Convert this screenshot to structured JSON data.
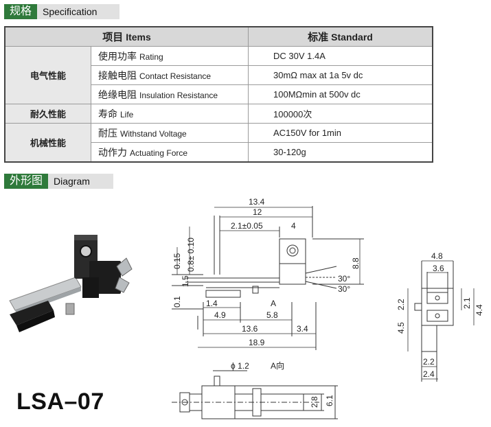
{
  "spec_section": {
    "title_cn": "规格",
    "title_en": "Specification"
  },
  "table": {
    "head": {
      "item_cn": "项目",
      "item_en": "Items",
      "std_cn": "标准",
      "std_en": "Standard"
    },
    "groups": {
      "electrical": "电气性能",
      "durability": "耐久性能",
      "mechanical": "机械性能"
    },
    "rows": [
      {
        "item_cn": "使用功率",
        "item_en": "Rating",
        "value": "DC 30V 1.4A"
      },
      {
        "item_cn": "接触电阻",
        "item_en": "Contact Resistance",
        "value": "30mΩ max at 1a 5v dc"
      },
      {
        "item_cn": "绝缘电阻",
        "item_en": "Insulation Resistance",
        "value": "100MΩmin at 500v dc"
      },
      {
        "item_cn": "寿命",
        "item_en": "Life",
        "value": "100000次"
      },
      {
        "item_cn": "耐压",
        "item_en": "Withstand Voltage",
        "value": "AC150V for 1min"
      },
      {
        "item_cn": "动作力",
        "item_en": "Actuating Force",
        "value": "30-120g"
      }
    ]
  },
  "diagram_section": {
    "title_cn": "外形图",
    "title_en": "Diagram"
  },
  "model": "LSA–07",
  "dims": {
    "d13_4": "13.4",
    "d12": "12",
    "d2_1": "2.1±0.05",
    "d4": "4",
    "d0_15": "0.15",
    "d0_8": "0.8± 0.10",
    "d1_5": "1.5",
    "d0_1": "0.1",
    "d1_4": "1.4",
    "d4_9": "4.9",
    "d5_8": "5.8",
    "d13_6": "13.6",
    "d3_4": "3.4",
    "d18_9": "18.9",
    "d8_8": "8.8",
    "a30a": "30°",
    "a30b": "30°",
    "view_a": "A",
    "d4_8": "4.8",
    "d3_6": "3.6",
    "d2_2a": "2.2",
    "d2_1b": "2.1",
    "d4_4": "4.4",
    "d4_5": "4.5",
    "d2_2b": "2.2",
    "d2_4": "2.4",
    "phi": "ϕ 1.2",
    "view_a_dir": "A向",
    "d2_8": "2.8",
    "d6_1": "6.1"
  }
}
